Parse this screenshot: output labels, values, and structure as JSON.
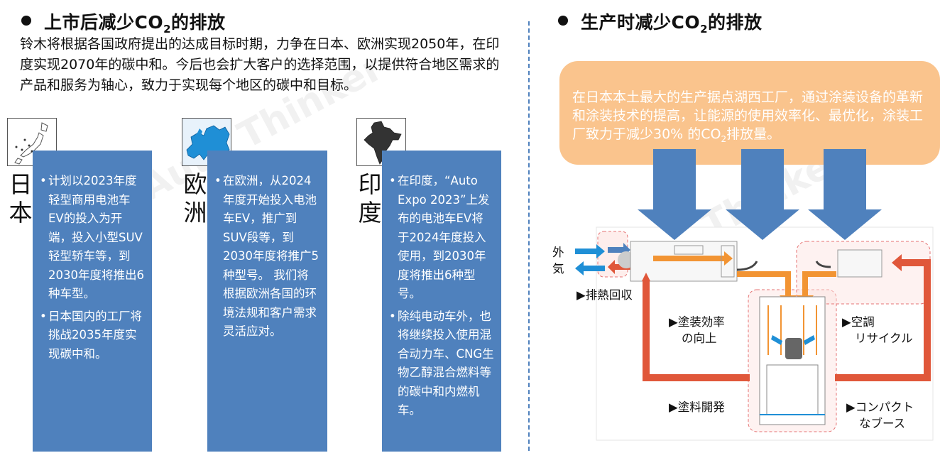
{
  "left": {
    "heading_pre": "上市后减少CO",
    "heading_sub": "2",
    "heading_post": "的排放",
    "intro": "铃木将根据各国政府提出的达成目标时期，力争在日本、欧洲实现2050年，在印度实现2070年的碳中和。今后也会扩大客户的选择范围，以提供符合地区需求的产品和服务为轴心，致力于实现每个地区的碳中和目标。",
    "regions": [
      {
        "name_1": "日",
        "name_2": "本",
        "map_icon": "japan-map-icon",
        "bullets": [
          "计划以2023年度轻型商用电池车EV的投入为开端，投入小型SUV轻型轿车等，到2030年度将推出6种车型。",
          "日本国内的工厂将挑战2035年度实现碳中和。"
        ]
      },
      {
        "name_1": "欧",
        "name_2": "洲",
        "map_icon": "europe-map-icon",
        "bullets": [
          "在欧洲，从2024年度开始投入电池车EV，推广到SUV段等，到2030年度将推广5种型号。 我们将根据欧洲各国的环境法规和客户需求灵活应对。"
        ]
      },
      {
        "name_1": "印",
        "name_2": "度",
        "map_icon": "india-map-icon",
        "bullets": [
          "在印度，“Auto Expo 2023”上发布的电池车EV将于2024年度投入使用，到2030年度将推出6种型号。",
          "除纯电动车外，也将继续投入使用混合动力车、CNG生物乙醇混合燃料等的碳中和内燃机车。"
        ]
      }
    ]
  },
  "right": {
    "heading_pre": "生产时减少CO",
    "heading_sub": "2",
    "heading_post": "的排放",
    "box_pre": "在日本本土最大的生产据点湖西工厂，通过涂装设备的革新和涂装技术的提高，让能源的使用效率化、最优化，涂装工厂致力于减少30% 的CO",
    "box_sub": "2",
    "box_post": "排放量。",
    "diagram": {
      "outside_air": "外\n気",
      "heat_recovery": "▶排熱回収",
      "paint_efficiency_1": "▶塗装効率",
      "paint_efficiency_2": "の向上",
      "air_recycle_1": "▶空調",
      "air_recycle_2": "リサイクル",
      "paint_dev": "▶塗料開発",
      "compact_1": "▶コンパクト",
      "compact_2": "なブース"
    }
  },
  "colors": {
    "card_blue": "#4f81bd",
    "box_orange": "#fac48d",
    "arrow_blue": "#4f81bd",
    "flow_orange": "#f29433",
    "flow_red": "#e0573a"
  }
}
